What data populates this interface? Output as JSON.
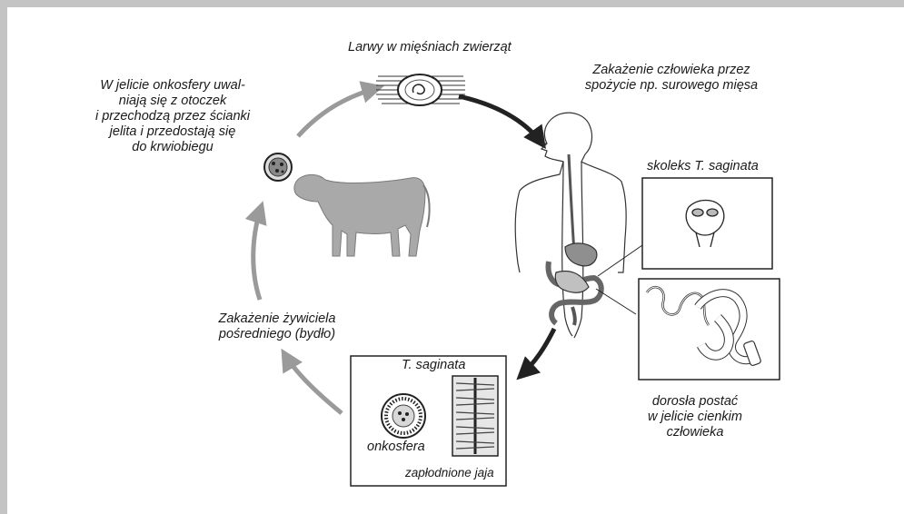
{
  "labels": {
    "larvae": "Larwy w mięśniach zwierząt",
    "human_infection": [
      "Zakażenie człowieka przez",
      "spożycie np. surowego mięsa"
    ],
    "oncosphere_release": [
      "W jelicie onkosfery uwal-",
      "niają się z otoczek",
      "i przechodzą przez ścianki",
      "jelita i przedostają się",
      "do krwiobiegu"
    ],
    "scolex": "skoleks T. saginata",
    "adult": [
      "dorosła postać",
      "w jelicie cienkim",
      "człowieka"
    ],
    "intermediate_host": [
      "Zakażenie żywiciela",
      "pośredniego (bydło)"
    ],
    "egg_box_title": "T. saginata",
    "oncosphere": "onkosfera",
    "eggs": "zapłodnione jaja"
  },
  "colors": {
    "frame": "#c4c4c4",
    "arrow_dark": "#222222",
    "arrow_light": "#9a9a9a",
    "ink": "#1a1a1a",
    "cow": "#a9a9a9",
    "gut": "#8f8f8f"
  },
  "icons": [
    "cyst-in-muscle-icon",
    "oncosphere-icon",
    "cow-icon",
    "human-body-icon",
    "scolex-icon",
    "tapeworm-icon",
    "gravid-proglottid-icon"
  ]
}
